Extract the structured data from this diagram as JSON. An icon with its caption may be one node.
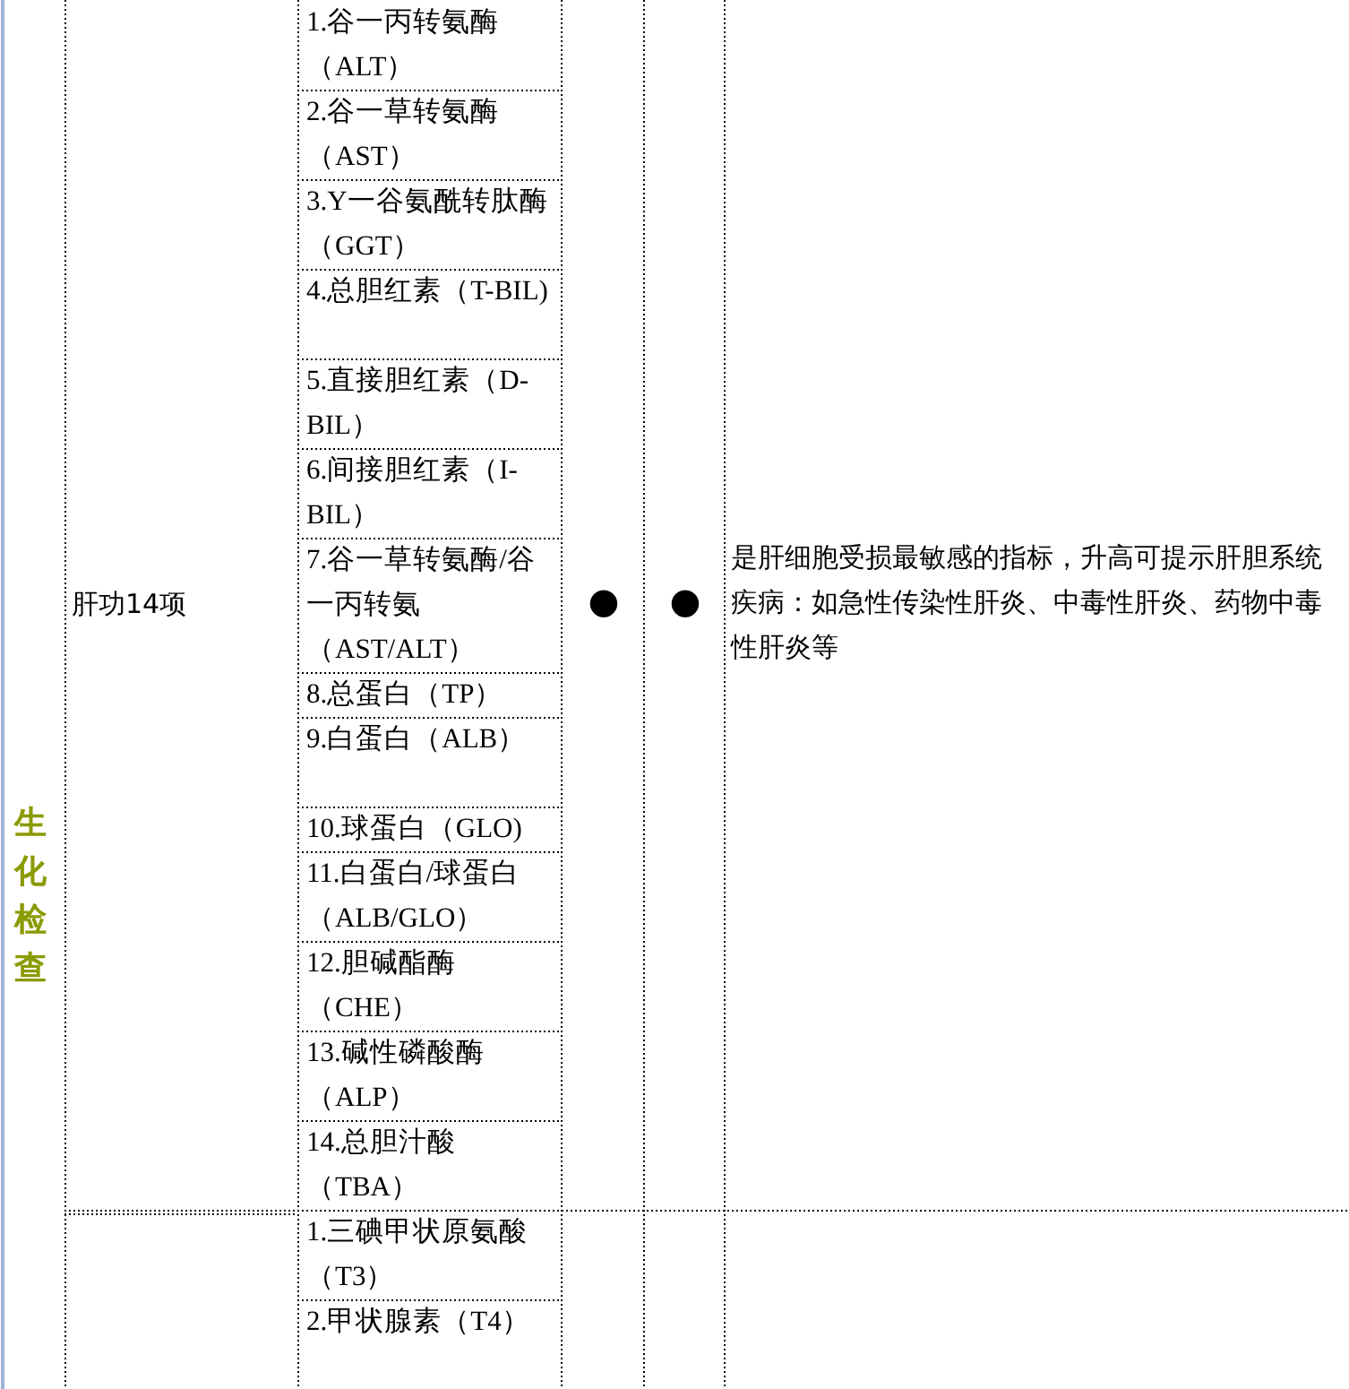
{
  "diagram": {
    "labels": [
      "生化检查",
      "肝功14项",
      "1.谷一丙转氨酶（ALT）",
      "2.谷一草转氨酶（AST）",
      "3.Y一谷氨酰转肽酶（GGT）",
      "4.总胆红素（T-BIL)",
      "5.直接胆红素（D-BIL）",
      "6.间接胆红素（I-BIL）",
      "7.谷一草转氨酶/谷一丙转氨（AST/ALT）",
      "8.总蛋白（TP）",
      "9.白蛋白（ALB）",
      "10.球蛋白（GLO)",
      "11.白蛋白/球蛋白（ALB/GLO）",
      "12.胆碱酯酶（CHE）",
      "13.碱性磷酸酶（ALP）",
      "14.总胆汁酸（TBA）",
      "●",
      "●",
      "是肝细胞受损最敏感的指标，升高可提示肝胆系统疾病：如急性传染性肝炎、中毒性肝炎、药物中毒性肝炎等",
      "1.三碘甲状原氨酸（T3）",
      "2.甲状腺素（T4）"
    ]
  }
}
